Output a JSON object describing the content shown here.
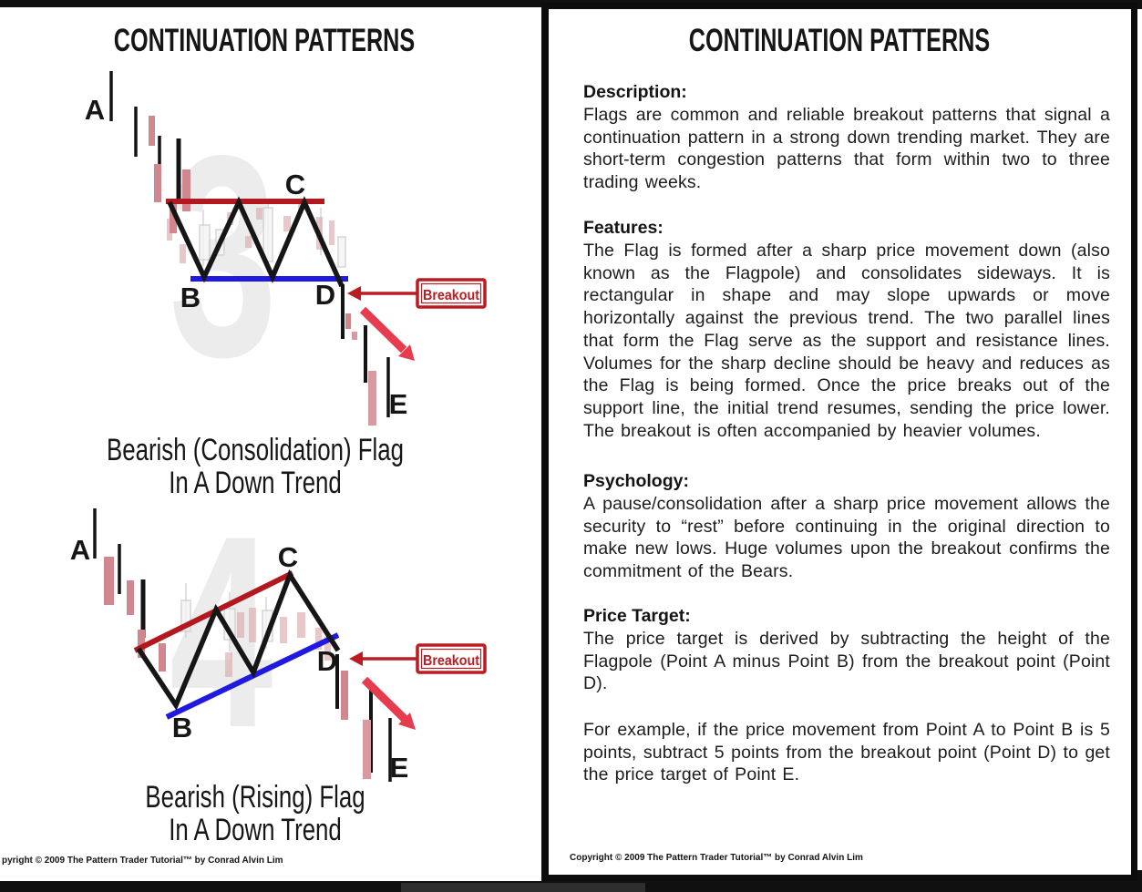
{
  "left_page": {
    "title": "CONTINUATION PATTERNS",
    "copyright": "pyright © 2009 The Pattern Trader Tutorial™ by Conrad Alvin Lim",
    "chart_top": {
      "watermark": "3",
      "caption_line1": "Bearish (Consolidation) Flag",
      "caption_line2": "In A Down Trend",
      "breakout_label": "Breakout",
      "point_a": "A",
      "point_b": "B",
      "point_c": "C",
      "point_d": "D",
      "point_e": "E"
    },
    "chart_bottom": {
      "watermark": "4",
      "caption_line1": "Bearish (Rising) Flag",
      "caption_line2": "In A Down Trend",
      "breakout_label": "Breakout",
      "point_a": "A",
      "point_b": "B",
      "point_c": "C",
      "point_d": "D",
      "point_e": "E"
    }
  },
  "right_page": {
    "title": "CONTINUATION PATTERNS",
    "description_heading": "Description:",
    "description_body": "Flags are common and reliable breakout patterns that signal a continuation pattern in a strong down trending market. They are short-term congestion patterns that form within two to three trading weeks.",
    "features_heading": "Features:",
    "features_body": "The Flag is formed after a sharp price movement down (also known as the Flagpole) and consolidates sideways. It is rectangular in shape and may slope upwards or move horizontally against the previous trend. The two parallel lines that form the Flag serve as the support and resistance lines. Volumes for the sharp decline should be heavy and reduces as the Flag is being formed. Once the price breaks out of the support line, the initial trend resumes, sending the price lower. The breakout is often accompanied by heavier volumes.",
    "psychology_heading": "Psychology:",
    "psychology_body": "A pause/consolidation after a sharp price movement allows the security to “rest” before continuing in the original direction to make new lows. Huge volumes upon the breakout confirms the commitment of the Bears.",
    "price_target_heading": "Price Target:",
    "price_target_body": "The price target is derived by subtracting the height of the Flagpole (Point A minus Point B) from the breakout point (Point D).",
    "example_body": "For example, if the price movement from Point A to Point B is 5 points, subtract 5 points from the breakout point (Point D) to get the price target of Point E.",
    "copyright": "Copyright © 2009 The Pattern Trader Tutorial™ by Conrad Alvin Lim"
  },
  "colors": {
    "resistance_line": "#b2181d",
    "support_line": "#2019df",
    "breakout_red": "#bb1c22",
    "trend_arrow_red": "#e73c50",
    "candle_pink": "#d0888e",
    "watermark_gray": "#ececec",
    "page_background": "#ffffff",
    "frame_black": "#0c0c0c"
  }
}
